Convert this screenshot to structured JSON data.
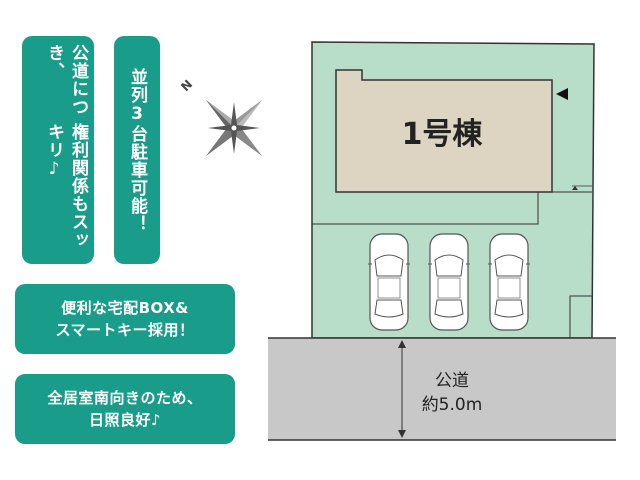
{
  "badges": {
    "b1_col1": "公道につき、",
    "b1_col2": "権利関係もスッキリ♪",
    "b2_text": "並列3台駐車可能！",
    "b3_line1": "便利な宅配BOX&",
    "b3_line2": "スマートキー採用！",
    "b4_line1": "全居室南向きのため、",
    "b4_line2": "日照良好♪"
  },
  "site": {
    "building_label": "1号棟",
    "road_label": "公道",
    "road_width": "約5.0m",
    "compass_letter": "N"
  },
  "colors": {
    "badge": "#1a9c8a",
    "lot": "#b8ddc8",
    "building": "#ddd5c2",
    "road": "#c8c8c8"
  }
}
